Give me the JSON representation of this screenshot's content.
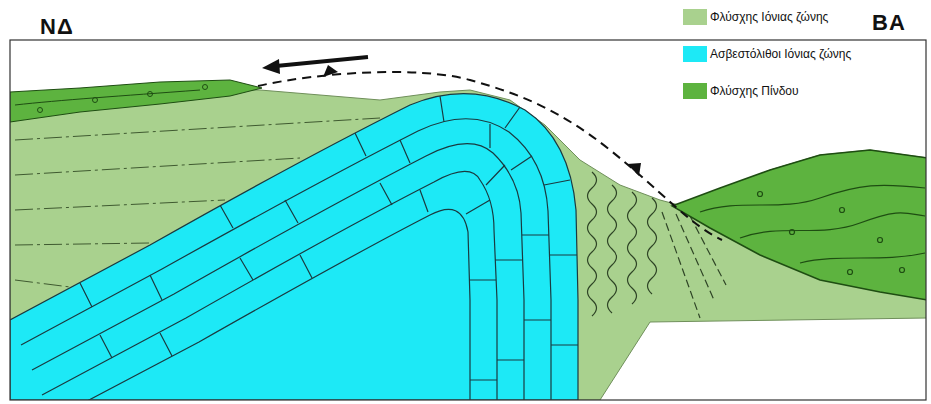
{
  "diagram": {
    "labels": [
      "ΝΔ",
      "ΒΑ"
    ],
    "legend": [
      {
        "text": "Φλύσχης Ιόνιας ζώνης",
        "color": "#a9d18e"
      },
      {
        "text": "Ασβεστόλιθοι Ιόνιας ζώνης",
        "color": "#1de9f6"
      },
      {
        "text": "Φλύσχης Πίνδου",
        "color": "#5db33f"
      }
    ]
  }
}
